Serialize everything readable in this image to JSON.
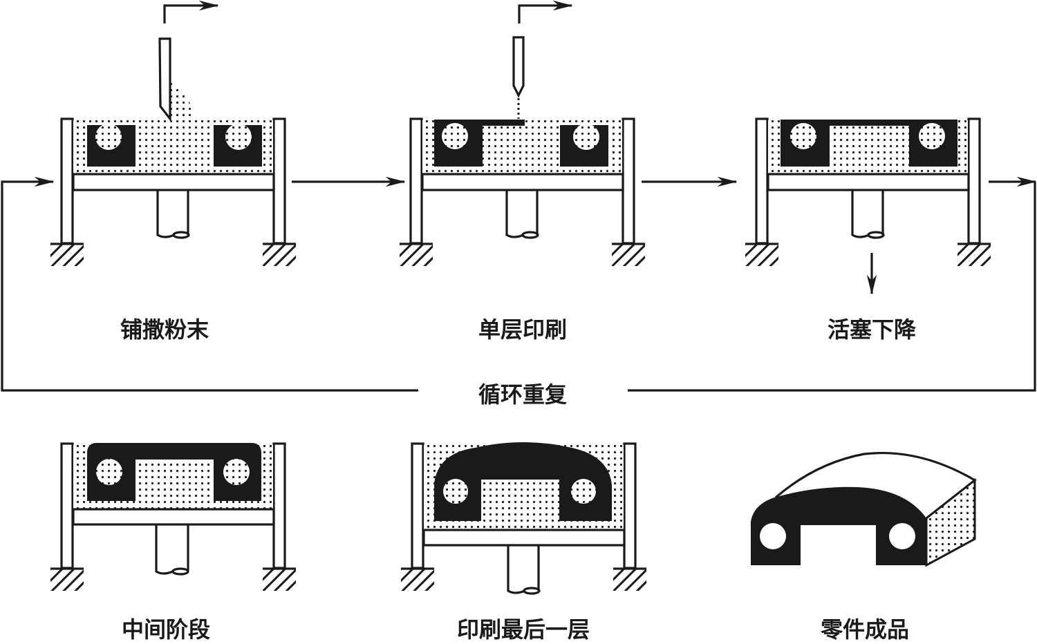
{
  "diagram": {
    "title": "3D printing (powder bed binder jetting) process cycle",
    "colors": {
      "ink": "#1a1a1a",
      "background": "#ffffff"
    },
    "steps": [
      {
        "id": "spread-powder",
        "label": "铺撒粉末"
      },
      {
        "id": "print-layer",
        "label": "单层印刷"
      },
      {
        "id": "piston-lower",
        "label": "活塞下降"
      }
    ],
    "loop_label": "循环重复",
    "stages": [
      {
        "id": "intermediate",
        "label": "中间阶段"
      },
      {
        "id": "print-last-layer",
        "label": "印刷最后一层"
      },
      {
        "id": "finished-part",
        "label": "零件成品"
      }
    ]
  }
}
